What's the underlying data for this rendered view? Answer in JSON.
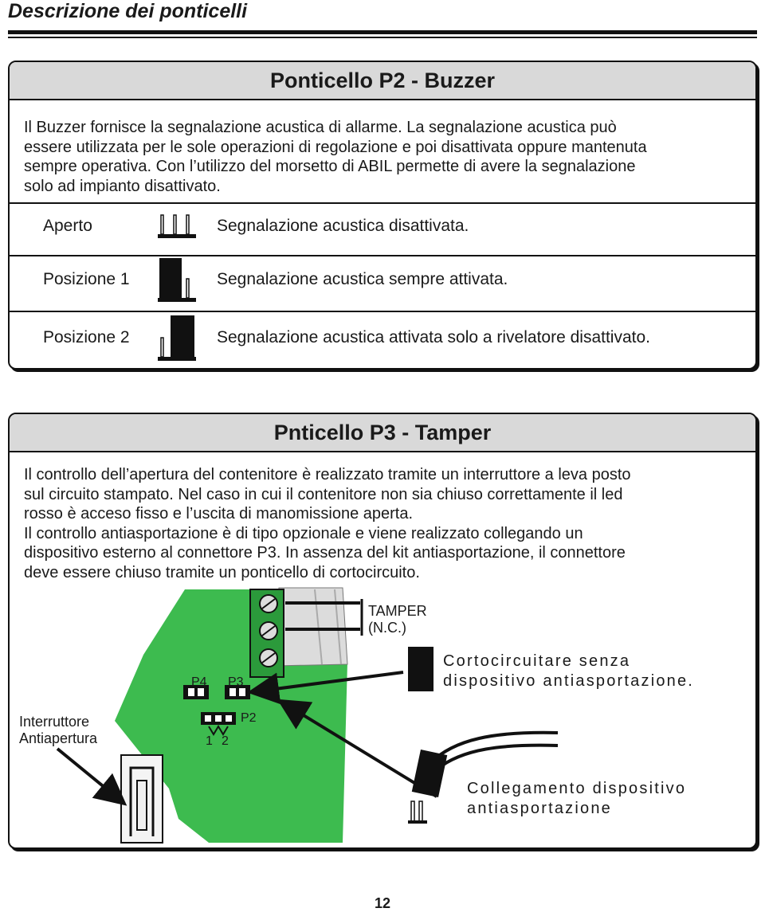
{
  "header": {
    "title": "Descrizione dei ponticelli"
  },
  "p2": {
    "title": "Ponticello P2 - Buzzer",
    "paragraph": [
      "Il Buzzer fornisce la segnalazione acustica di allarme. La segnalazione acustica può",
      "essere utilizzata per le sole operazioni di regolazione e poi disattivata oppure mantenuta",
      "sempre operativa. Con l’utilizzo del morsetto di ABIL permette di avere la segnalazione",
      "solo ad impianto disattivato."
    ],
    "rows": [
      {
        "label": "Aperto",
        "description": "Segnalazione acustica disattivata."
      },
      {
        "label": "Posizione 1",
        "description": "Segnalazione acustica sempre attivata."
      },
      {
        "label": "Posizione 2",
        "description": "Segnalazione acustica attivata solo a rivelatore disattivato."
      }
    ]
  },
  "p3": {
    "title": "Pnticello P3 - Tamper",
    "paragraph": [
      "Il controllo dell’apertura del contenitore è realizzato tramite un interruttore a leva posto",
      "sul circuito stampato. Nel caso in cui il contenitore non sia chiuso correttamente il led",
      "rosso è acceso fisso e l’uscita di manomissione aperta.",
      "Il controllo antiasportazione è di tipo opzionale e viene realizzato collegando un",
      "dispositivo esterno al connettore P3. In assenza del kit antiasportazione, il connettore",
      "deve essere chiuso tramite un ponticello di cortocircuito."
    ],
    "diagram": {
      "tamper_label": [
        "TAMPER",
        "(N.C.)"
      ],
      "short_label": [
        "Cortocircuitare senza",
        "dispositivo antiasportazione."
      ],
      "device_label": [
        "Collegamento dispositivo",
        "antiasportazione"
      ],
      "switch_label": [
        "Interruttore",
        "Antiapertura"
      ],
      "board_labels": {
        "p4": "P4",
        "p3": "P3",
        "p2": "P2",
        "pin1": "1",
        "pin2": "2"
      }
    }
  },
  "footer": {
    "page_number": "12"
  }
}
